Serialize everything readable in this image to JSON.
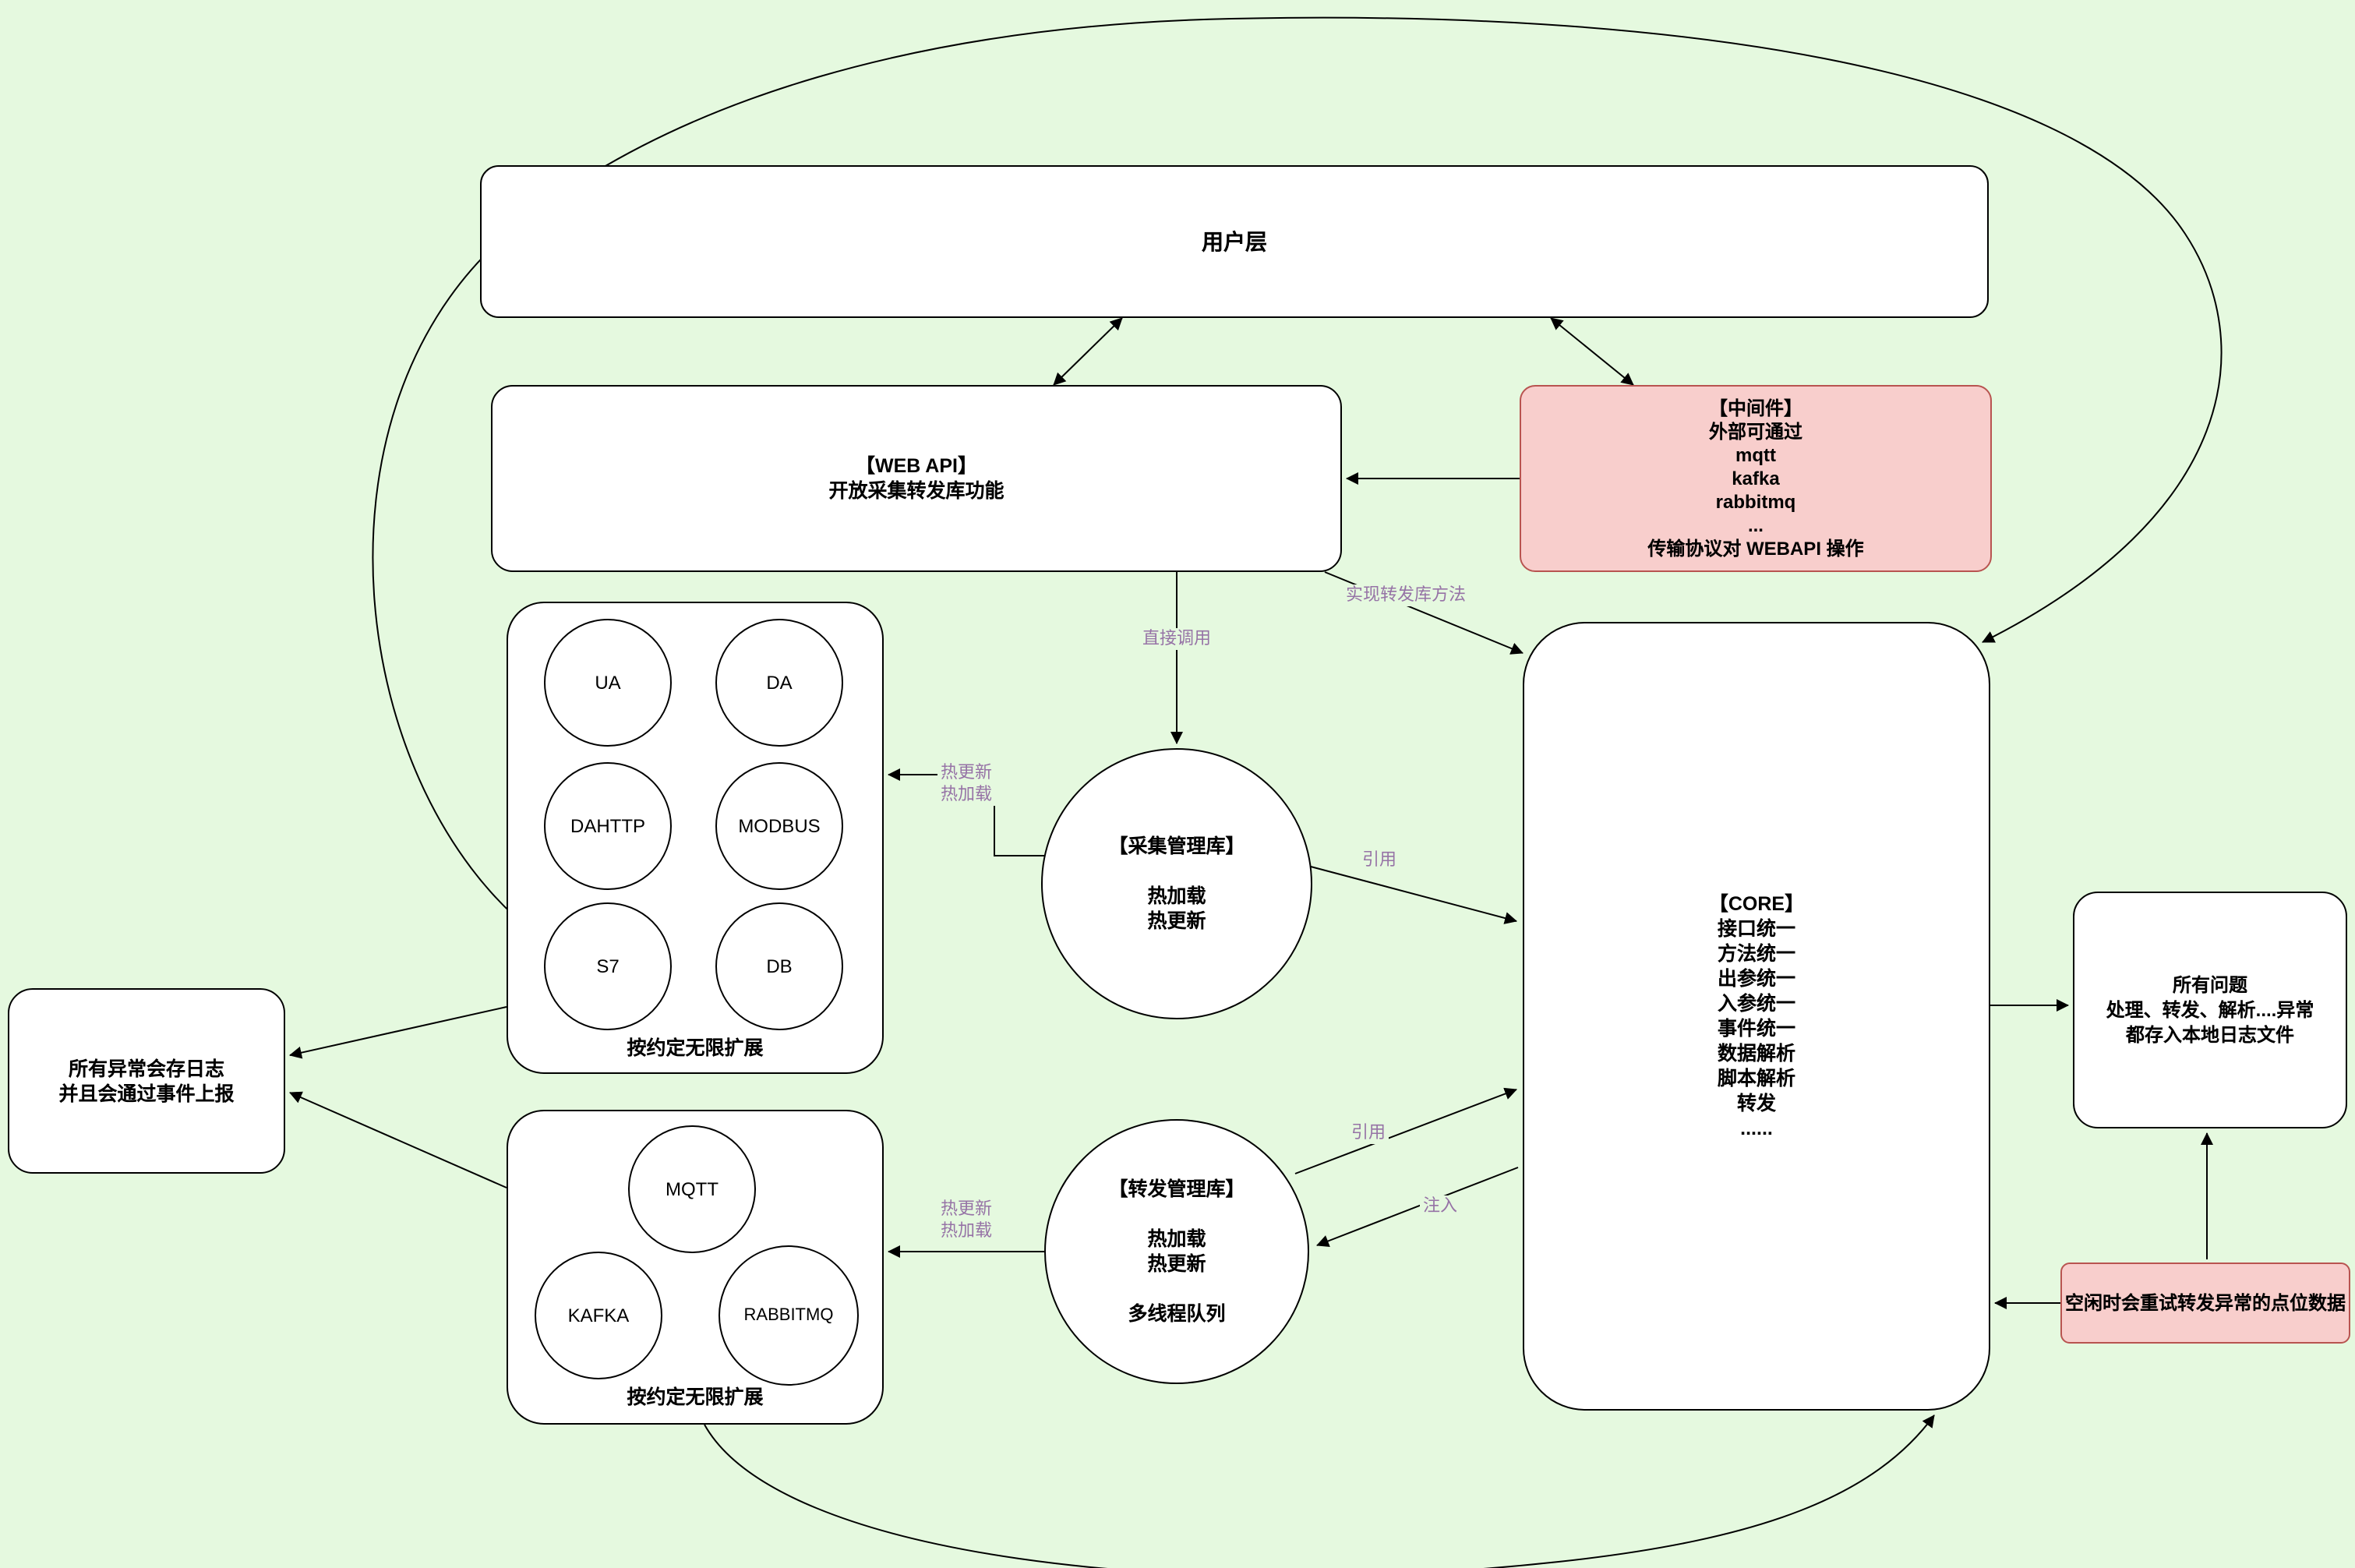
{
  "colors": {
    "background": "#e5f9df",
    "node_fill": "#ffffff",
    "node_border": "#000000",
    "pink_fill": "#f8cecc",
    "pink_border": "#b85450",
    "edge_label_color": "#9673a6"
  },
  "nodes": {
    "user_layer": {
      "title": "用户层"
    },
    "web_api": {
      "lines": [
        "【WEB API】",
        "开放采集转发库功能"
      ]
    },
    "middleware": {
      "lines": [
        "【中间件】",
        "外部可通过",
        "mqtt",
        "kafka",
        "rabbitmq",
        "...",
        "传输协议对 WEBAPI 操作"
      ]
    },
    "collector_group": {
      "circles": [
        "UA",
        "DA",
        "DAHTTP",
        "MODBUS",
        "S7",
        "DB"
      ],
      "caption": "按约定无限扩展"
    },
    "collect_lib": {
      "lines": [
        "【采集管理库】",
        "",
        "热加载",
        "热更新"
      ]
    },
    "core": {
      "lines": [
        "【CORE】",
        "接口统一",
        "方法统一",
        "出参统一",
        "入参统一",
        "事件统一",
        "数据解析",
        "脚本解析",
        "转发",
        "......"
      ]
    },
    "left_log": {
      "lines": [
        "所有异常会存日志",
        "并且会通过事件上报"
      ]
    },
    "forwarder_group": {
      "circles": [
        "MQTT",
        "KAFKA",
        "RABBITMQ"
      ],
      "caption": "按约定无限扩展"
    },
    "forward_lib": {
      "lines": [
        "【转发管理库】",
        "",
        "热加载",
        "热更新",
        "",
        "多线程队列"
      ]
    },
    "right_log": {
      "lines": [
        "所有问题",
        "处理、转发、解析....异常",
        "都存入本地日志文件"
      ]
    },
    "retry": {
      "text": "空闲时会重试转发异常的点位数据"
    }
  },
  "edge_labels": {
    "direct_call": "直接调用",
    "impl_forward": "实现转发库方法",
    "hot_update_1": "热更新",
    "hot_load_1": "热加载",
    "ref_1": "引用",
    "ref_2": "引用",
    "inject": "注入",
    "hot_update_2": "热更新",
    "hot_load_2": "热加载"
  }
}
